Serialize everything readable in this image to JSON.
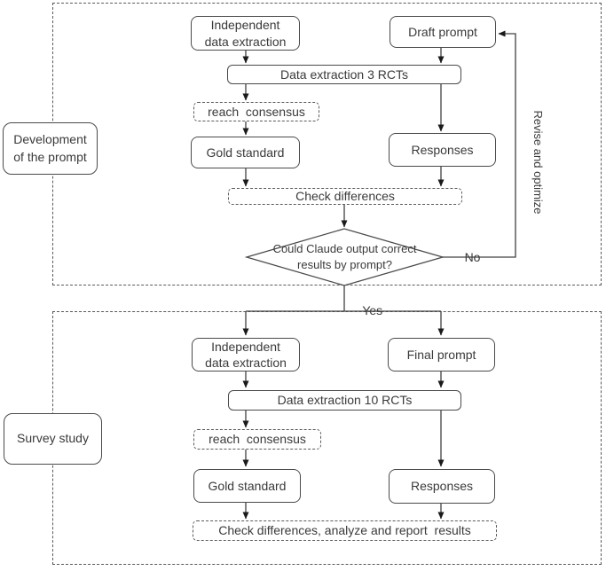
{
  "colors": {
    "line": "#404040",
    "arrowhead": "#1a1a1a",
    "box_border": "#4a4a4a",
    "dashed_border": "#595959",
    "text": "#3a3a3a",
    "background": "#ffffff"
  },
  "diagram": {
    "phase1": {
      "section_label": [
        "Development",
        "of the prompt"
      ],
      "independent_extraction": [
        "Independent",
        "data extraction"
      ],
      "draft_prompt": "Draft prompt",
      "data_extraction": "Data extraction 3 RCTs",
      "reach_consensus": "reach  consensus",
      "gold_standard": "Gold standard",
      "responses": "Responses",
      "check_differences": "Check differences",
      "decision": [
        "Could Claude output correct",
        "results by prompt?"
      ],
      "no_label": "No",
      "yes_label": "Yes",
      "revise_label": "Revise and optimize"
    },
    "phase2": {
      "section_label": "Survey study",
      "independent_extraction": [
        "Independent",
        "data extraction"
      ],
      "final_prompt": "Final prompt",
      "data_extraction": "Data extraction 10 RCTs",
      "reach_consensus": "reach  consensus",
      "gold_standard": "Gold standard",
      "responses": "Responses",
      "check_differences": "Check differences, analyze and report  results"
    }
  }
}
